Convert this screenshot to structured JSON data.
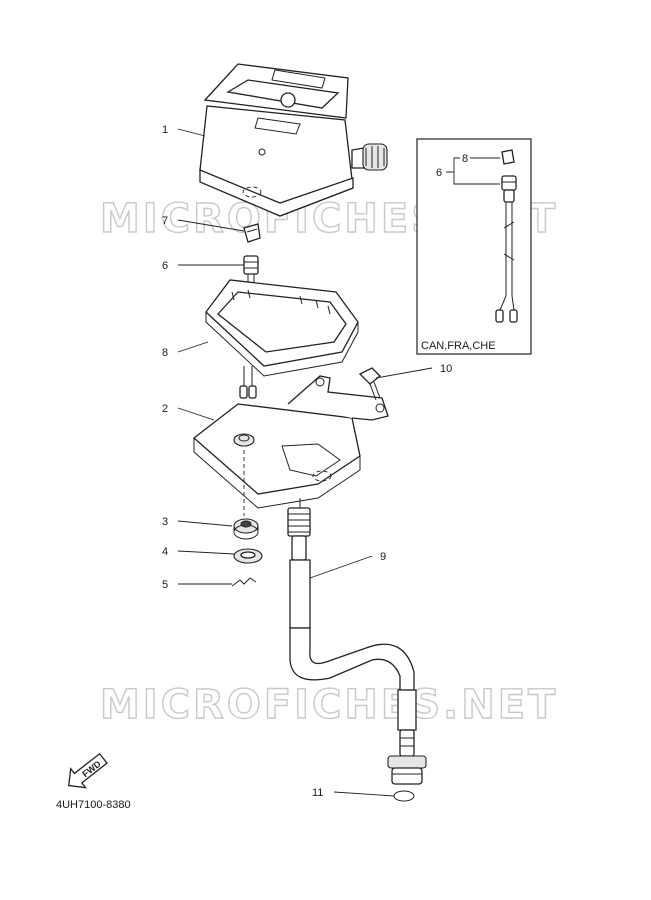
{
  "watermark": "MICROFICHES.NET",
  "diagram_code": "4UH7100-8380",
  "fwd_label": "FWD",
  "inset_caption": "CAN,FRA,CHE",
  "callouts": {
    "p1": "1",
    "p2": "2",
    "p3": "3",
    "p4": "4",
    "p5": "5",
    "p6": "6",
    "p7": "7",
    "p8": "8",
    "p9": "9",
    "p10": "10",
    "p11": "11",
    "inset_p6": "6",
    "inset_p8": "8"
  }
}
